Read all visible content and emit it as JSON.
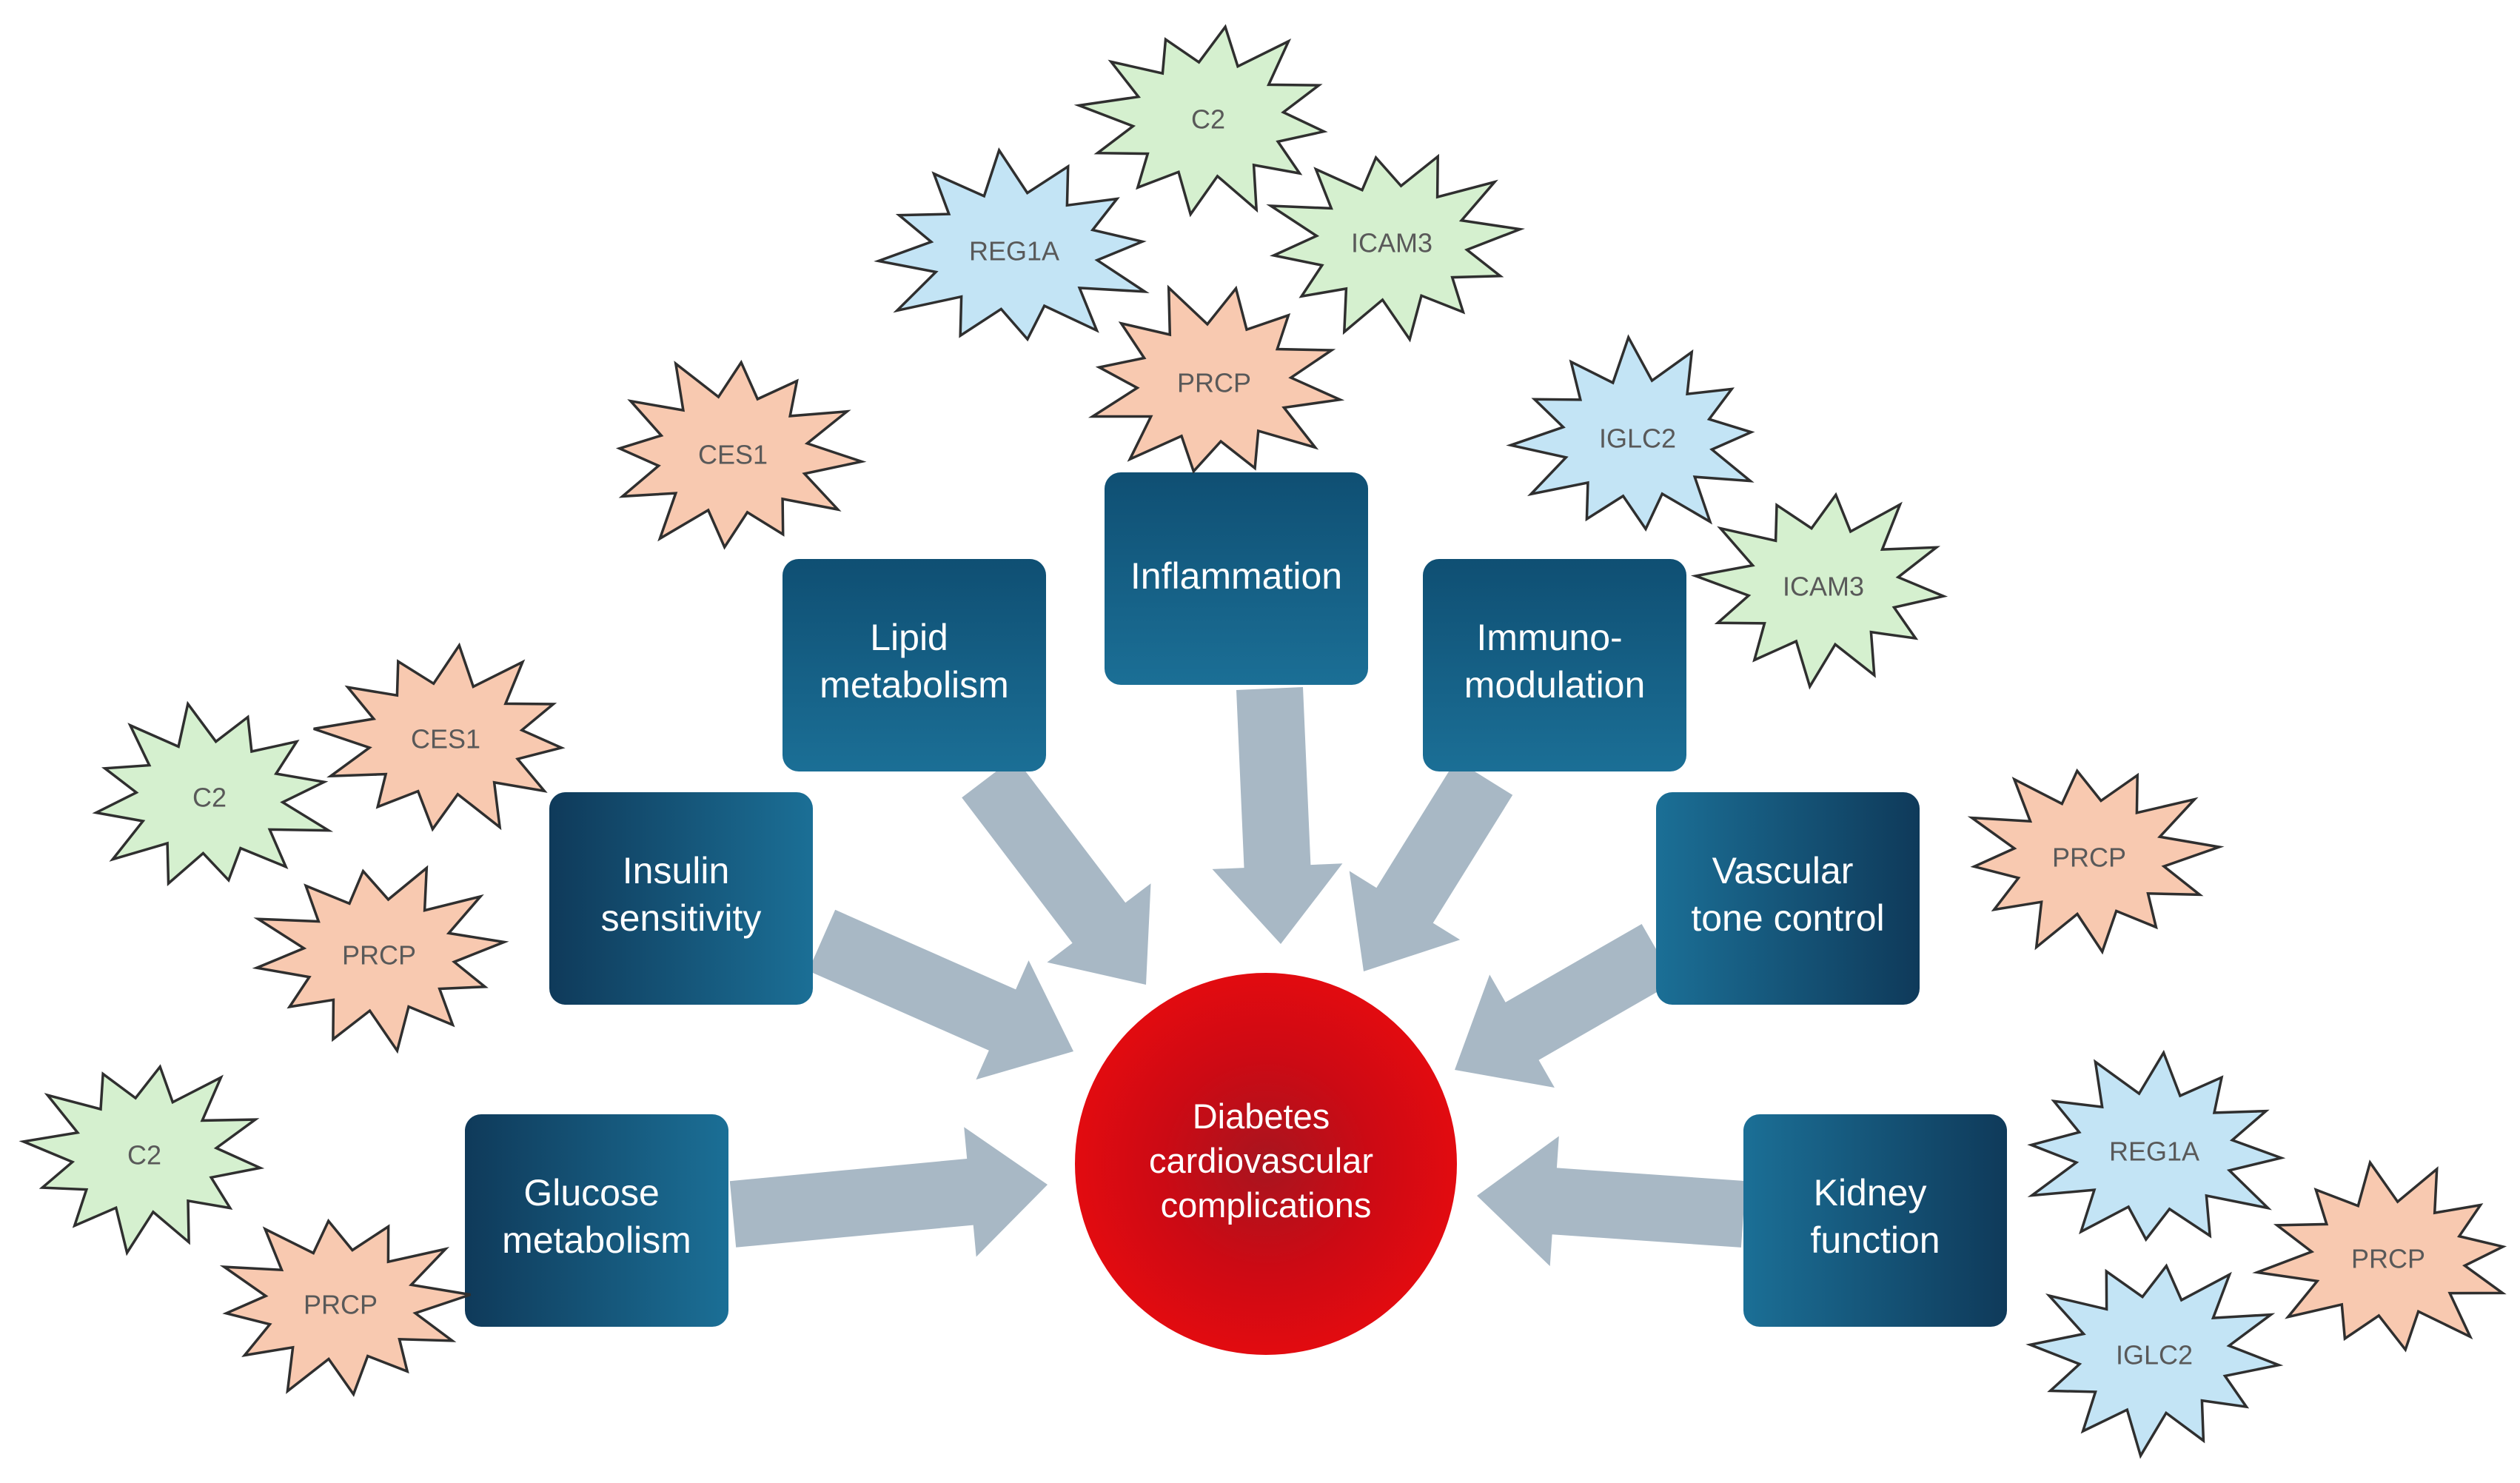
{
  "center": {
    "lines": [
      "Diabetes",
      "cardiovascular",
      "complications"
    ]
  },
  "categories": [
    {
      "id": "glucose",
      "lines": [
        "Glucose",
        "metabolism"
      ]
    },
    {
      "id": "insulin",
      "lines": [
        "Insulin",
        "sensitivity"
      ]
    },
    {
      "id": "lipid",
      "lines": [
        "Lipid",
        "metabolism"
      ]
    },
    {
      "id": "inflammation",
      "lines": [
        "Inflammation"
      ]
    },
    {
      "id": "immuno",
      "lines": [
        "Immuno-",
        "modulation"
      ]
    },
    {
      "id": "vascular",
      "lines": [
        "Vascular",
        "tone control"
      ]
    },
    {
      "id": "kidney",
      "lines": [
        "Kidney",
        "function"
      ]
    }
  ],
  "markers": [
    {
      "label": "C2",
      "color": "green"
    },
    {
      "label": "PRCP",
      "color": "orange"
    },
    {
      "label": "C2",
      "color": "green"
    },
    {
      "label": "CES1",
      "color": "orange"
    },
    {
      "label": "PRCP",
      "color": "orange"
    },
    {
      "label": "CES1",
      "color": "orange"
    },
    {
      "label": "REG1A",
      "color": "blue"
    },
    {
      "label": "C2",
      "color": "green"
    },
    {
      "label": "ICAM3",
      "color": "green"
    },
    {
      "label": "PRCP",
      "color": "orange"
    },
    {
      "label": "IGLC2",
      "color": "blue"
    },
    {
      "label": "ICAM3",
      "color": "green"
    },
    {
      "label": "PRCP",
      "color": "orange"
    },
    {
      "label": "REG1A",
      "color": "blue"
    },
    {
      "label": "PRCP",
      "color": "orange"
    },
    {
      "label": "IGLC2",
      "color": "blue"
    }
  ],
  "palette": {
    "green": "#d5f0cf",
    "orange": "#f8c9b0",
    "blue": "#c3e4f5",
    "arrow": "#a8b8c5",
    "box_light": "#1b6f96",
    "box_dark": "#0f3a5a",
    "circle_center": "#a8151f",
    "circle_edge": "#e20b10"
  }
}
